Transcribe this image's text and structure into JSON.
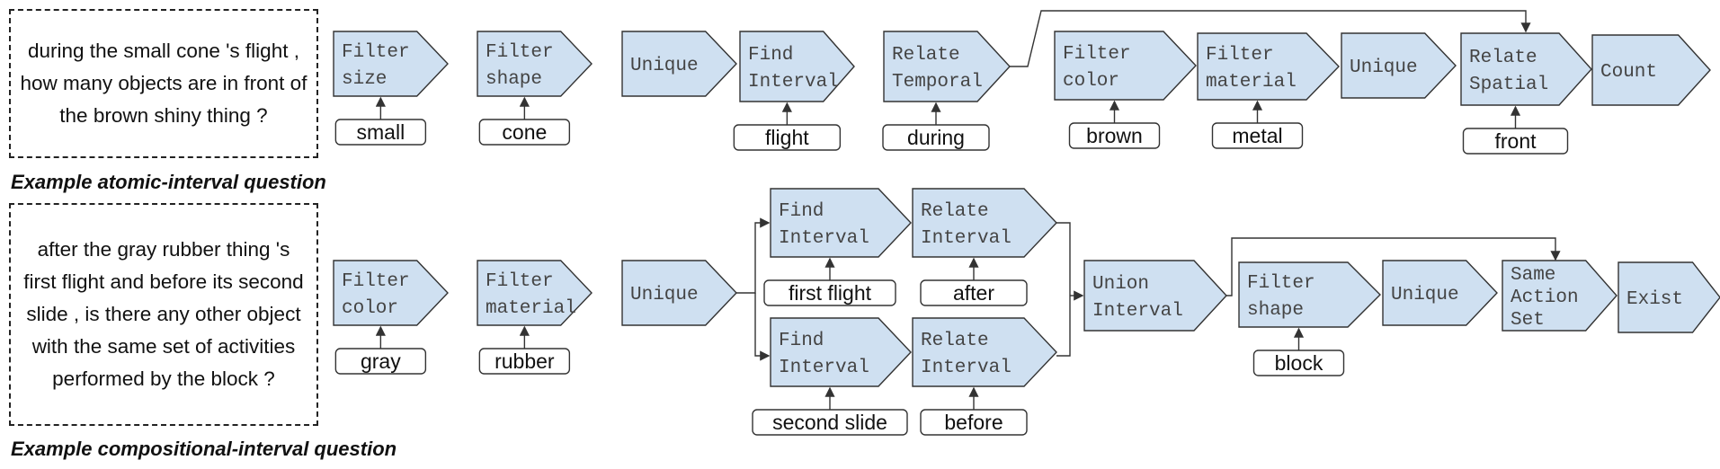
{
  "examples": [
    {
      "question": "during the small cone 's flight , how many objects are in front of the brown shiny thing ?",
      "caption": "Example atomic-interval question",
      "program": [
        {
          "id": "a1",
          "lines": [
            "Filter",
            "size"
          ],
          "arg": "small"
        },
        {
          "id": "a2",
          "lines": [
            "Filter",
            "shape"
          ],
          "arg": "cone"
        },
        {
          "id": "a3",
          "lines": [
            "Unique"
          ]
        },
        {
          "id": "a4",
          "lines": [
            "Find",
            "Interval"
          ],
          "arg": "flight"
        },
        {
          "id": "a5",
          "lines": [
            "Relate",
            "Temporal"
          ],
          "arg": "during"
        },
        {
          "id": "a6",
          "lines": [
            "Filter",
            "color"
          ],
          "arg": "brown"
        },
        {
          "id": "a7",
          "lines": [
            "Filter",
            "material"
          ],
          "arg": "metal"
        },
        {
          "id": "a8",
          "lines": [
            "Unique"
          ]
        },
        {
          "id": "a9",
          "lines": [
            "Relate",
            "Spatial"
          ],
          "arg": "front"
        },
        {
          "id": "a10",
          "lines": [
            "Count"
          ]
        }
      ]
    },
    {
      "question": "after the gray rubber thing 's first flight and before its second slide , is there any other object with the same set of activities performed by the block ?",
      "caption": "Example compositional-interval question",
      "program": [
        {
          "id": "b1",
          "lines": [
            "Filter",
            "color"
          ],
          "arg": "gray"
        },
        {
          "id": "b2",
          "lines": [
            "Filter",
            "material"
          ],
          "arg": "rubber"
        },
        {
          "id": "b3",
          "lines": [
            "Unique"
          ]
        },
        {
          "id": "b4",
          "lines": [
            "Find",
            "Interval"
          ],
          "arg": "first flight"
        },
        {
          "id": "b5",
          "lines": [
            "Relate",
            "Interval"
          ],
          "arg": "after"
        },
        {
          "id": "b6",
          "lines": [
            "Find",
            "Interval"
          ],
          "arg": "second slide"
        },
        {
          "id": "b7",
          "lines": [
            "Relate",
            "Interval"
          ],
          "arg": "before"
        },
        {
          "id": "b8",
          "lines": [
            "Union",
            "Interval"
          ]
        },
        {
          "id": "b9",
          "lines": [
            "Filter",
            "shape"
          ],
          "arg": "block"
        },
        {
          "id": "b10",
          "lines": [
            "Unique"
          ]
        },
        {
          "id": "b11",
          "lines": [
            "Same",
            "Action",
            "Set"
          ]
        },
        {
          "id": "b12",
          "lines": [
            "Exist"
          ]
        }
      ]
    }
  ],
  "colors": {
    "module_fill": "#cfe0f1",
    "stroke": "#333333",
    "arg_fill": "#ffffff"
  }
}
